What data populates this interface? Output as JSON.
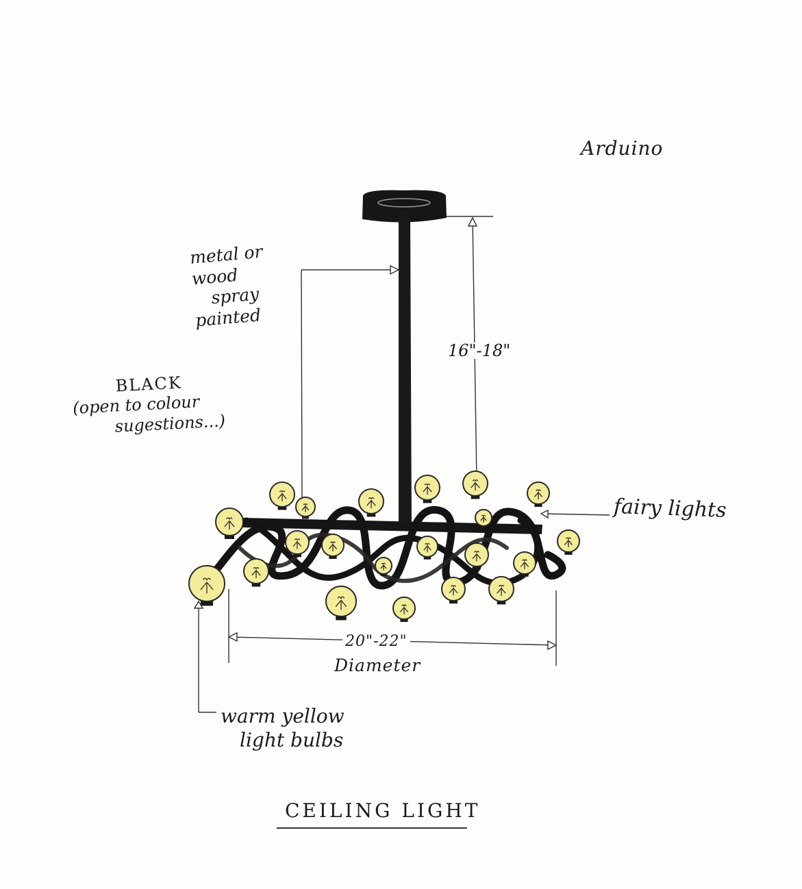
{
  "title": "CEILING LIGHT",
  "annotations": {
    "controller": "Arduino",
    "material_lines": [
      "metal or",
      "wood",
      "spray",
      "painted"
    ],
    "colour_lines": [
      "BLACK",
      "(open to colour",
      "sugestions...)"
    ],
    "drop_height": "16\"-18\"",
    "width": "20\"-22\"",
    "width_label": "Diameter",
    "fairy_lights": "fairy lights",
    "bulb_lines": [
      "warm yellow",
      "light bulbs"
    ]
  },
  "colors": {
    "ink": "#141414",
    "bulb_fill": "#f3ec9a",
    "bulb_edge": "#2a2a2a",
    "paper": "#fdfdfb"
  },
  "bulb_count": 21
}
